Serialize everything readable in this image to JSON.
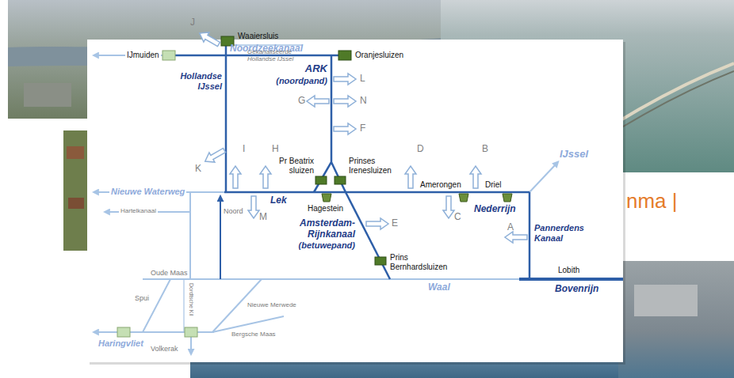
{
  "diagram": {
    "labels": [
      "Noordzeekanaal",
      "IJmuiden",
      "Oranjesluizen",
      "J",
      "Waaiersluis",
      "Gekanaliseerde Hollandse IJssel",
      "ARK",
      "(noordpand)",
      "L",
      "G",
      "N",
      "Hollandse IJssel",
      "F",
      "IJssel",
      "I",
      "H",
      "D",
      "B",
      "K",
      "Pr Beatrix sluizen",
      "Prinses Irenesluizen",
      "nma |",
      "Amerongen",
      "Driel",
      "Nieuwe Waterweg",
      "Lek",
      "Hagestein",
      "Nederrijn",
      "Hartelkanaal",
      "Noord",
      "M",
      "C",
      "E",
      "A",
      "Amsterdam-Rijnkanaal",
      "(betuwepand)",
      "Pannerdens Kanaal",
      "Prins Bernhardsluizen",
      "Lobith",
      "Oude Maas",
      "Waal",
      "Bovenrijn",
      "Spui",
      "Dordtsche Kil",
      "Nieuwe Merwede",
      "Bergsche Maas",
      "Haringvliet",
      "Volkerak"
    ]
  }
}
